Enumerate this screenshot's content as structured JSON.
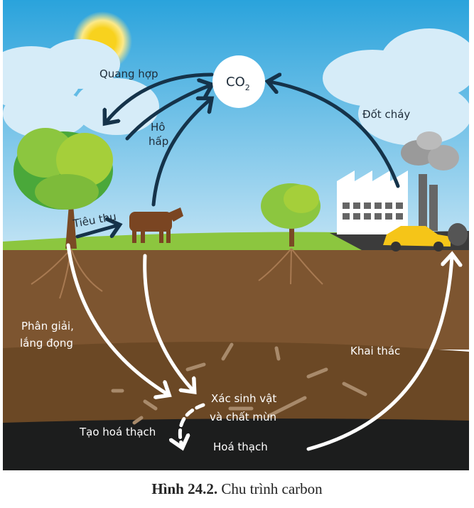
{
  "diagram": {
    "center_label": "CO",
    "center_sub": "2",
    "labels": {
      "photosynthesis": "Quang hợp",
      "respiration_1": "Hô",
      "respiration_2": "hấp",
      "consumption": "Tiêu thụ",
      "combustion": "Đốt cháy",
      "decomposition_1": "Phân giải,",
      "decomposition_2": "lắng đọng",
      "extraction": "Khai thác",
      "remains_1": "Xác sinh vật",
      "remains_2": "và chất mùn",
      "fossilization": "Tạo hoá thạch",
      "fossil": "Hoá thạch"
    }
  },
  "caption": {
    "number": "Hình 24.2.",
    "title": "Chu trình carbon"
  },
  "colors": {
    "sky_top": "#2aa3dc",
    "sky_bottom": "#b9def2",
    "soil_top": "#7d5530",
    "soil_mid": "#6d4a26",
    "fossil_layer": "#1c1d1d",
    "arrow_dark": "#15334a"
  }
}
